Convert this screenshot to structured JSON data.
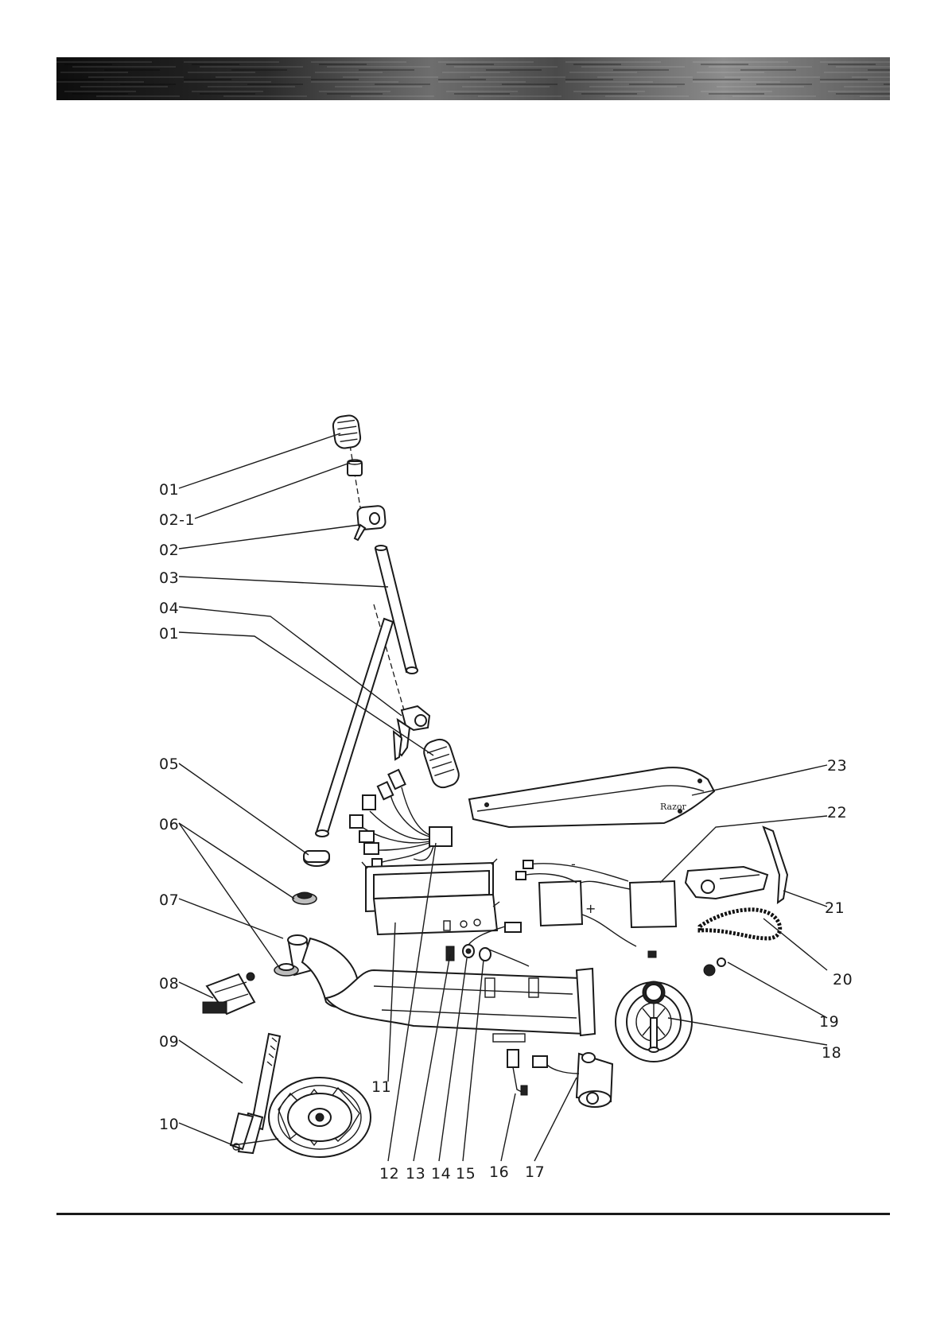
{
  "diagram": {
    "part_labels": {
      "p01a": "01",
      "p02_1": "02-1",
      "p02": "02",
      "p03": "03",
      "p04": "04",
      "p01b": "01",
      "p05": "05",
      "p06": "06",
      "p07": "07",
      "p08": "08",
      "p09": "09",
      "p10": "10",
      "p11": "11",
      "p12": "12",
      "p13": "13",
      "p14": "14",
      "p15": "15",
      "p16": "16",
      "p17": "17",
      "p18": "18",
      "p19": "19",
      "p20": "20",
      "p21": "21",
      "p22": "22",
      "p23": "23"
    },
    "deck_logo": "Razor",
    "battery_polarity": {
      "minus": "-",
      "plus": "+"
    }
  }
}
